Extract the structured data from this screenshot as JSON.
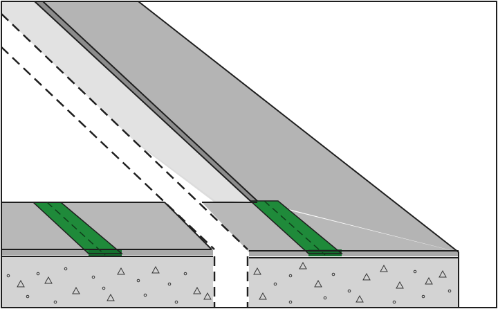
{
  "diagram": {
    "colors": {
      "background": "#ffffff",
      "outline": "#1e1e1e",
      "slab_top": "#bcbcbc",
      "slab_top_far": "#b1b1b1",
      "slab_inner": "#dcdcdc",
      "slab_lower": "#b6b6b6",
      "slab_lip": "#8c8c8c",
      "slab_lip_light": "#a9a9a9",
      "concrete": "#d3d3d3",
      "gap": "#ffffff",
      "sealant_tape": "#1f8a3a",
      "sealant_tape_dark": "#0f5a24",
      "aggregate": "#333333"
    },
    "components": [
      {
        "name": "concrete-substrate",
        "note": ""
      },
      {
        "name": "insulation-board",
        "note": ""
      },
      {
        "name": "movement-joint",
        "note": ""
      },
      {
        "name": "sealing-tape",
        "note": ""
      }
    ]
  }
}
